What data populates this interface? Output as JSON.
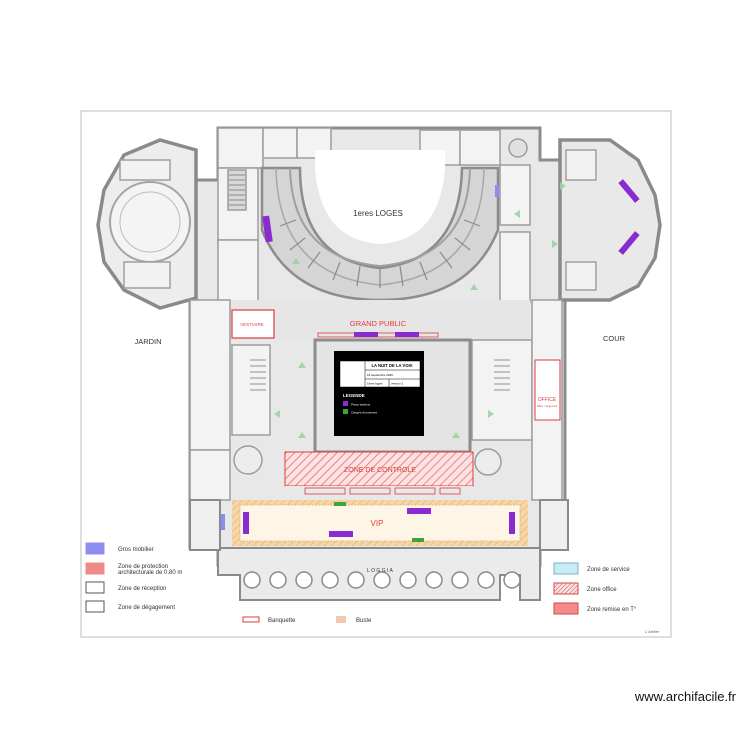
{
  "labels": {
    "loges": "1eres LOGES",
    "grand_public": "GRAND PUBLIC",
    "vestiaire": "VESTIAIRE",
    "jardin": "JARDIN",
    "cour": "COUR",
    "office": "OFFICE",
    "office_sub": "Office / rangement",
    "zone_controle": "ZONE DE CONTROLE",
    "vip": "VIP",
    "loggia": "L O G G I A"
  },
  "title_block": {
    "title": "LA NUIT DE LA VOIX",
    "date": "16 septembre 2020",
    "sub": "1ères loges",
    "version": "version 2",
    "legend_title": "LEGENDE",
    "legend_items": [
      {
        "label": "Photo-stations",
        "color": "#8a2bd0"
      },
      {
        "label": "Ciérges d'ornement",
        "color": "#3aa63a"
      }
    ]
  },
  "legend_left": [
    {
      "label": "Gros mobilier",
      "swatch": "#8d8df0",
      "border": "#8d8df0"
    },
    {
      "label": "Zone de protection architecturale de 0.80 m",
      "swatch": "#f08a8a",
      "border": "#f08a8a"
    },
    {
      "label": "Zone de réception",
      "swatch": "#ffffff",
      "border": "#555555"
    },
    {
      "label": "Zone de dégagement",
      "swatch": "#ffffff",
      "border": "#555555"
    }
  ],
  "legend_right": [
    {
      "label": "Zone de service",
      "swatch": "#c8ecf4",
      "border": "#7ab0c0",
      "pattern": false
    },
    {
      "label": "Zone office",
      "swatch": "#f5b3b3",
      "border": "#d24a4a",
      "pattern": true
    },
    {
      "label": "Zone remise en T°",
      "swatch": "#f58a8a",
      "border": "#d24a4a",
      "pattern": false
    }
  ],
  "legend_bottom": [
    {
      "label": "Banquette",
      "swatch": "#ffffff",
      "border": "#e23a3a"
    },
    {
      "label": "Buste",
      "swatch": "#f0c8b0",
      "border": "#f0c8b0"
    }
  ],
  "signature": "L'Atelier",
  "watermark": "www.archifacile.fr",
  "colors": {
    "wall": "#9a9a9a",
    "wall_dark": "#7c7c7c",
    "floor": "#e7e7e7",
    "accent_red": "#e23a3a",
    "furniture_purple": "#8a2bd0",
    "green_marker": "#3aa63a",
    "vip_fill": "#fdf6e6"
  }
}
